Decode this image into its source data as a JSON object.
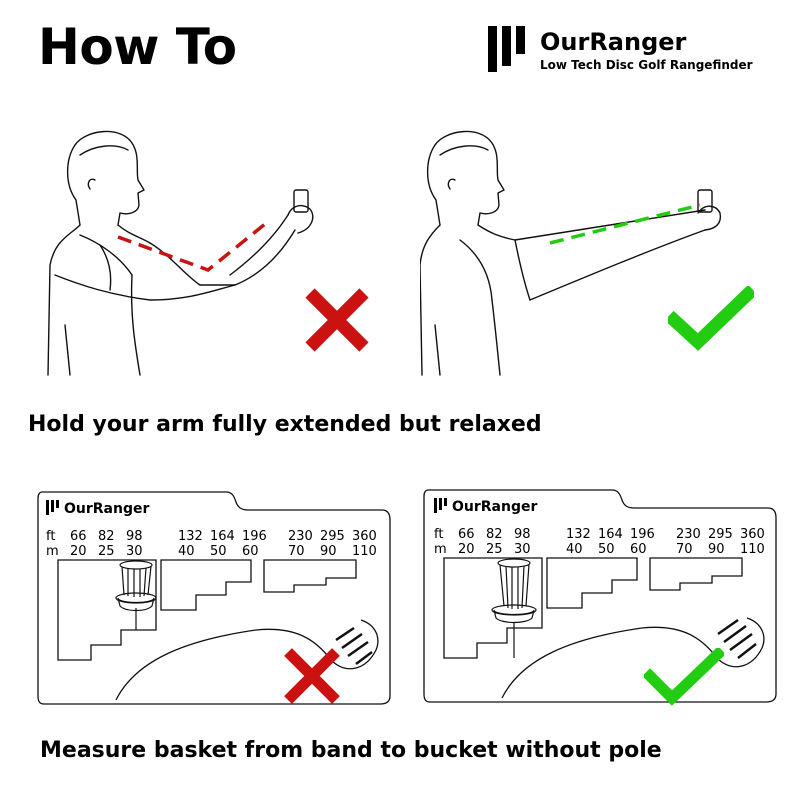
{
  "header": {
    "title": "How To",
    "brand_name": "OurRanger",
    "brand_tagline": "Low Tech Disc Golf Rangefinder"
  },
  "section_arm": {
    "caption": "Hold your arm fully extended but relaxed",
    "wrong_icon": "red-x-icon",
    "right_icon": "green-check-icon"
  },
  "section_measure": {
    "caption": "Measure basket from band to bucket without pole",
    "card_brand": "OurRanger",
    "units": {
      "ft": "ft",
      "m": "m"
    },
    "ft_group1": [
      "66",
      "82",
      "98"
    ],
    "m_group1": [
      "20",
      "25",
      "30"
    ],
    "ft_group2": [
      "132",
      "164",
      "196"
    ],
    "m_group2": [
      "40",
      "50",
      "60"
    ],
    "ft_group3": [
      "230",
      "295",
      "360"
    ],
    "m_group3": [
      "70",
      "90",
      "110"
    ]
  },
  "colors": {
    "wrong": "#cc1111",
    "right": "#22cc11",
    "ink": "#000000"
  }
}
